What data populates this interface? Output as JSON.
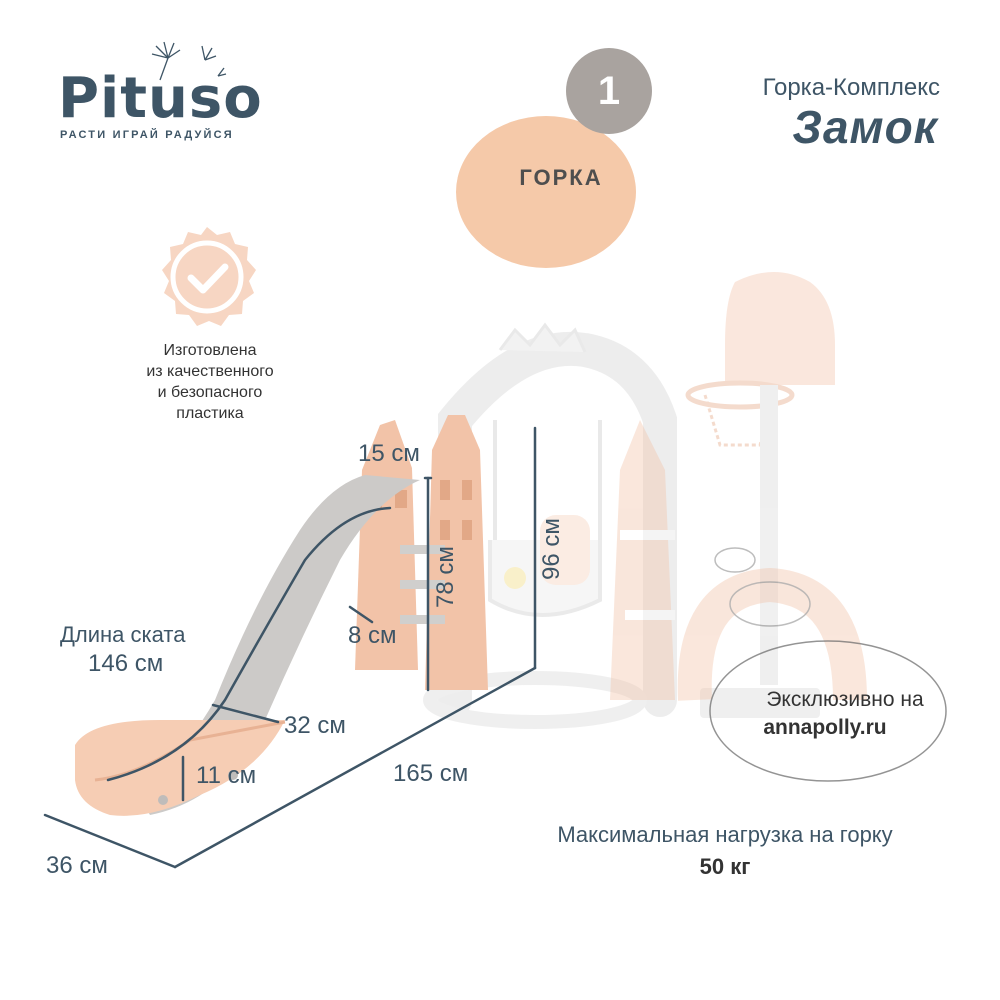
{
  "brand": {
    "name": "Pituso",
    "tagline": "РАСТИ ИГРАЙ РАДУЙСЯ"
  },
  "title": {
    "line1": "Горка-Комплекс",
    "line2": "Замок"
  },
  "badge": {
    "number": "1",
    "label": "ГОРКА"
  },
  "quality": {
    "icon": "check-badge-icon",
    "lines": [
      "Изготовлена",
      "из качественного",
      "и безопасного",
      "пластика"
    ]
  },
  "dimensions": {
    "slide_length_label": "Длина ската",
    "slide_length_value": "146 см",
    "top_width": "15 см",
    "platform_height": "78 см",
    "total_height": "96 см",
    "step_height": "8 см",
    "slide_width": "32 см",
    "slide_end_height": "11 см",
    "total_length": "165 см",
    "base_width": "36 см"
  },
  "load": {
    "label": "Максимальная нагрузка на горку",
    "value": "50 кг"
  },
  "exclusive": {
    "line1": "Эксклюзивно на",
    "line2": "annapolly.ru"
  },
  "colors": {
    "dark": "#3e5566",
    "peach": "#f5c9a9",
    "peach_light": "#f7d6c3",
    "grey": "#a9a39f",
    "slide_grey": "#c8c6c4"
  }
}
